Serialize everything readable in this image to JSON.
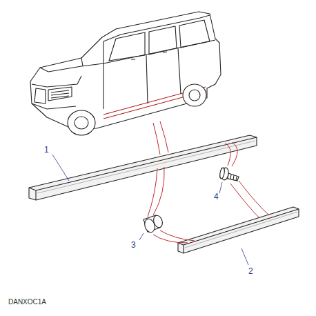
{
  "diagram": {
    "labels": [
      "1",
      "2",
      "3",
      "4",
      "DANXOC1A"
    ]
  }
}
